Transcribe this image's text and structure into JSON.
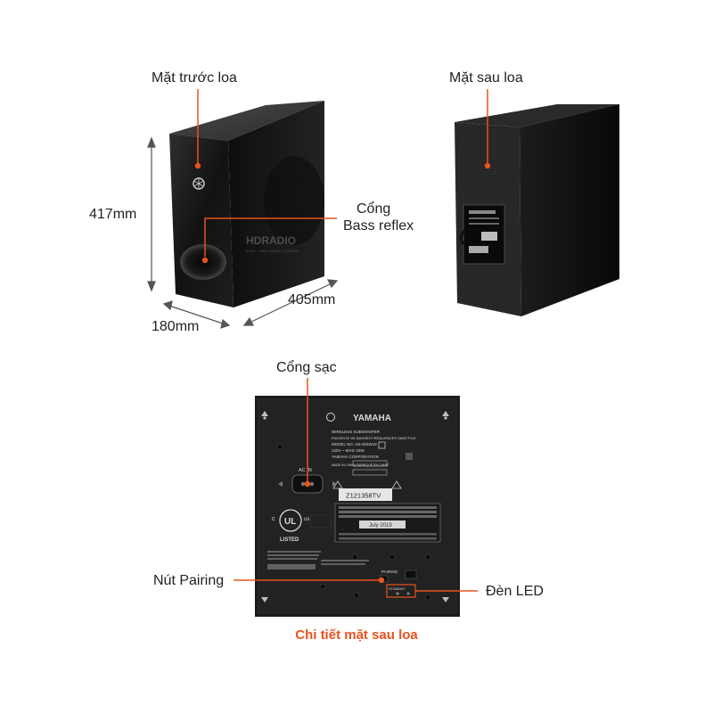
{
  "labels": {
    "front": "Mặt trước loa",
    "back": "Mặt sau loa",
    "port_line1": "Cổng",
    "port_line2": "Bass reflex",
    "height": "417mm",
    "width": "180mm",
    "depth": "405mm",
    "charge_port": "Cổng sạc",
    "pairing": "Nút Pairing",
    "led": "Đèn LED"
  },
  "caption": "Chi tiết mặt sau loa",
  "watermark": {
    "main": "HDRADIO",
    "sub": "AUDIO - HOME CINEMA - KARAOKE"
  },
  "rear_panel": {
    "brand": "YAMAHA",
    "lines": [
      "WIRELESS SUBWOOFER",
      "ENCEINTE DE BASSES FRÉQUENCES SANS FILS",
      "MODEL NO.   NS-WSW43",
      "120V ~ 60Hz   18W",
      "YAMAHA CORPORATION",
      "MADE IN CHINA   FABRIQUÉ EN CHINE"
    ],
    "ac_in": "AC IN",
    "serial": "Z121358TV",
    "date": "July 2019",
    "pairing_tag": "PAIRING",
    "standby_tag": "STANDBY",
    "listed": "LISTED"
  },
  "colors": {
    "accent": "#e8531e",
    "cabinet": "#141414",
    "panel": "#1c1c1c"
  }
}
